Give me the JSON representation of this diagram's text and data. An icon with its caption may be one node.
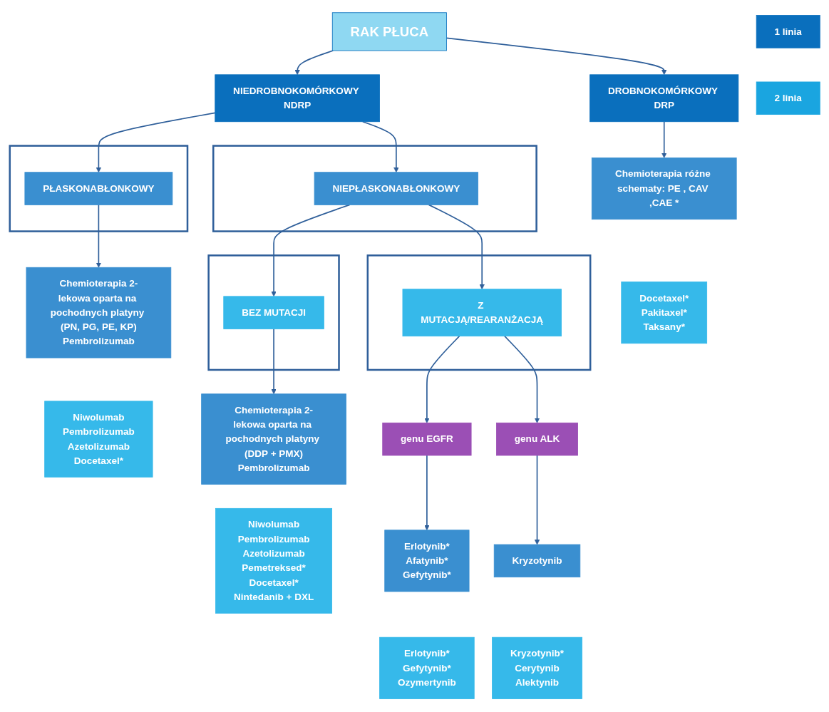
{
  "diagram": {
    "nodes": [
      {
        "text": [
          "RAK PŁUCA"
        ]
      },
      {
        "text": [
          "NIEDROBNOKOMÓRKOWY NDRP"
        ]
      },
      {
        "text": [
          "DROBNOKOMÓRKOWY DRP"
        ]
      },
      {
        "text": [],
        "shape": "box"
      },
      {
        "text": [
          "PŁASKONABŁONKOWY"
        ],
        "in": 3
      },
      {
        "text": [],
        "shape": "box"
      },
      {
        "text": [
          "NIEPŁASKONABŁONKOWY"
        ],
        "in": 5
      },
      {
        "text": [],
        "shape": "box"
      },
      {
        "text": [
          "BEZ MUTACJI"
        ],
        "in": 7
      },
      {
        "text": [],
        "shape": "box"
      },
      {
        "text": [
          "Z MUTACJĄ/REARANŻACJĄ"
        ],
        "in": 9
      },
      {
        "text": [
          "genu EGFR"
        ]
      },
      {
        "text": [
          "genu ALK"
        ]
      },
      {
        "text": [
          "1 linia"
        ]
      },
      {
        "text": [
          "Chemioterapia 2-lekowa oparta na pochodnych platyny (PN, PG, PE, KP)",
          "Pembrolizumab"
        ]
      },
      {
        "text": [
          "Chemioterapia 2-lekowa oparta na pochodnych platyny (DDP + PMX)",
          "Pembrolizumab"
        ]
      },
      {
        "text": [
          "Erlotynib*",
          "Afatynib*",
          "Gefytynib*"
        ]
      },
      {
        "text": [
          "Kryzotynib"
        ]
      },
      {
        "text": [
          "Chemioterapia różne schematy: PE , CAV ,CAE *"
        ]
      },
      {
        "text": [
          "2 linia"
        ]
      },
      {
        "text": [
          "Niwolumab",
          "Pembrolizumab",
          "Azetolizumab",
          "Docetaxel*"
        ]
      },
      {
        "text": [
          "Niwolumab",
          "Pembrolizumab",
          "Azetolizumab",
          "Pemetreksed*",
          "Docetaxel*",
          "Nintedanib + DXL"
        ]
      },
      {
        "text": [
          "Erlotynib*",
          "Gefytynib*",
          "Ozymertynib"
        ]
      },
      {
        "text": [
          "Kryzotynib*",
          "Cerytynib",
          "Alektynib"
        ]
      },
      {
        "text": [
          "Docetaxel*",
          "Pakitaxel*",
          "Taksany*"
        ]
      }
    ],
    "edges": [
      {
        "from": 0,
        "to": 1,
        "arrow": "to"
      },
      {
        "from": 0,
        "to": 2,
        "arrow": "to"
      },
      {
        "from": 1,
        "to": 4,
        "arrow": "to"
      },
      {
        "from": 1,
        "to": 6,
        "arrow": "to"
      },
      {
        "from": 6,
        "to": 8,
        "arrow": "to"
      },
      {
        "from": 6,
        "to": 10,
        "arrow": "to"
      },
      {
        "from": 10,
        "to": 11,
        "arrow": "to"
      },
      {
        "from": 10,
        "to": 12,
        "arrow": "to"
      },
      {
        "from": 4,
        "to": 14,
        "arrow": "to"
      },
      {
        "from": 8,
        "to": 15,
        "arrow": "to"
      },
      {
        "from": 11,
        "to": 16,
        "arrow": "to"
      },
      {
        "from": 12,
        "to": 17,
        "arrow": "to"
      },
      {
        "from": 2,
        "to": 18,
        "arrow": "to"
      }
    ]
  }
}
